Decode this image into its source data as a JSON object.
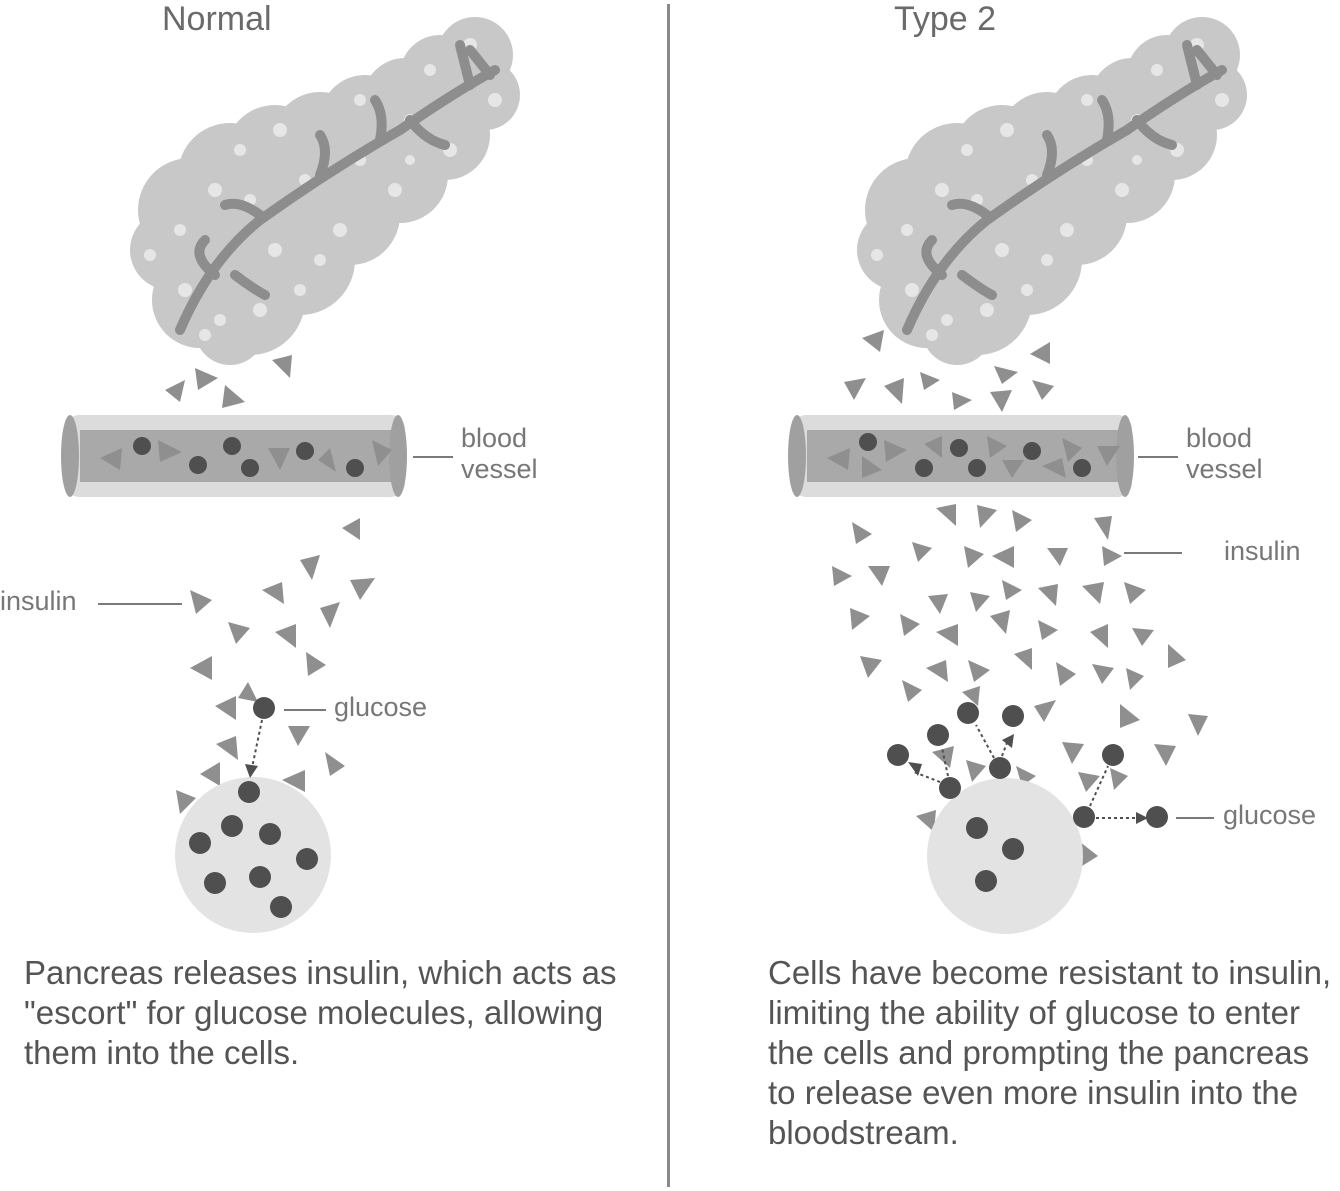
{
  "panels": {
    "normal": {
      "title": "Normal",
      "labels": {
        "blood_vessel": "blood\nvessel",
        "insulin": "insulin",
        "glucose": "glucose"
      },
      "caption": "Pancreas releases insulin, which acts as \"escort\" for glucose molecules, allowing them into the cells."
    },
    "type2": {
      "title": "Type 2",
      "labels": {
        "blood_vessel": "blood\nvessel",
        "insulin": "insulin",
        "glucose": "glucose"
      },
      "caption": "Cells have become resistant to insulin, limiting the ability of glucose to enter the cells and prompting the pancreas to release even more insulin into the bloodstream."
    }
  },
  "colors": {
    "pancreas": "#c8c8c8",
    "pancreas_duct": "#8d8d8d",
    "pancreas_dots": "#e6e6e6",
    "insulin": "#8f8f8f",
    "glucose": "#4f4f4f",
    "cell": "#e3e3e3",
    "vessel_outer": "#dcdcdc",
    "vessel_inner": "#a9a9a9",
    "text": "#545454",
    "label": "#777777"
  }
}
